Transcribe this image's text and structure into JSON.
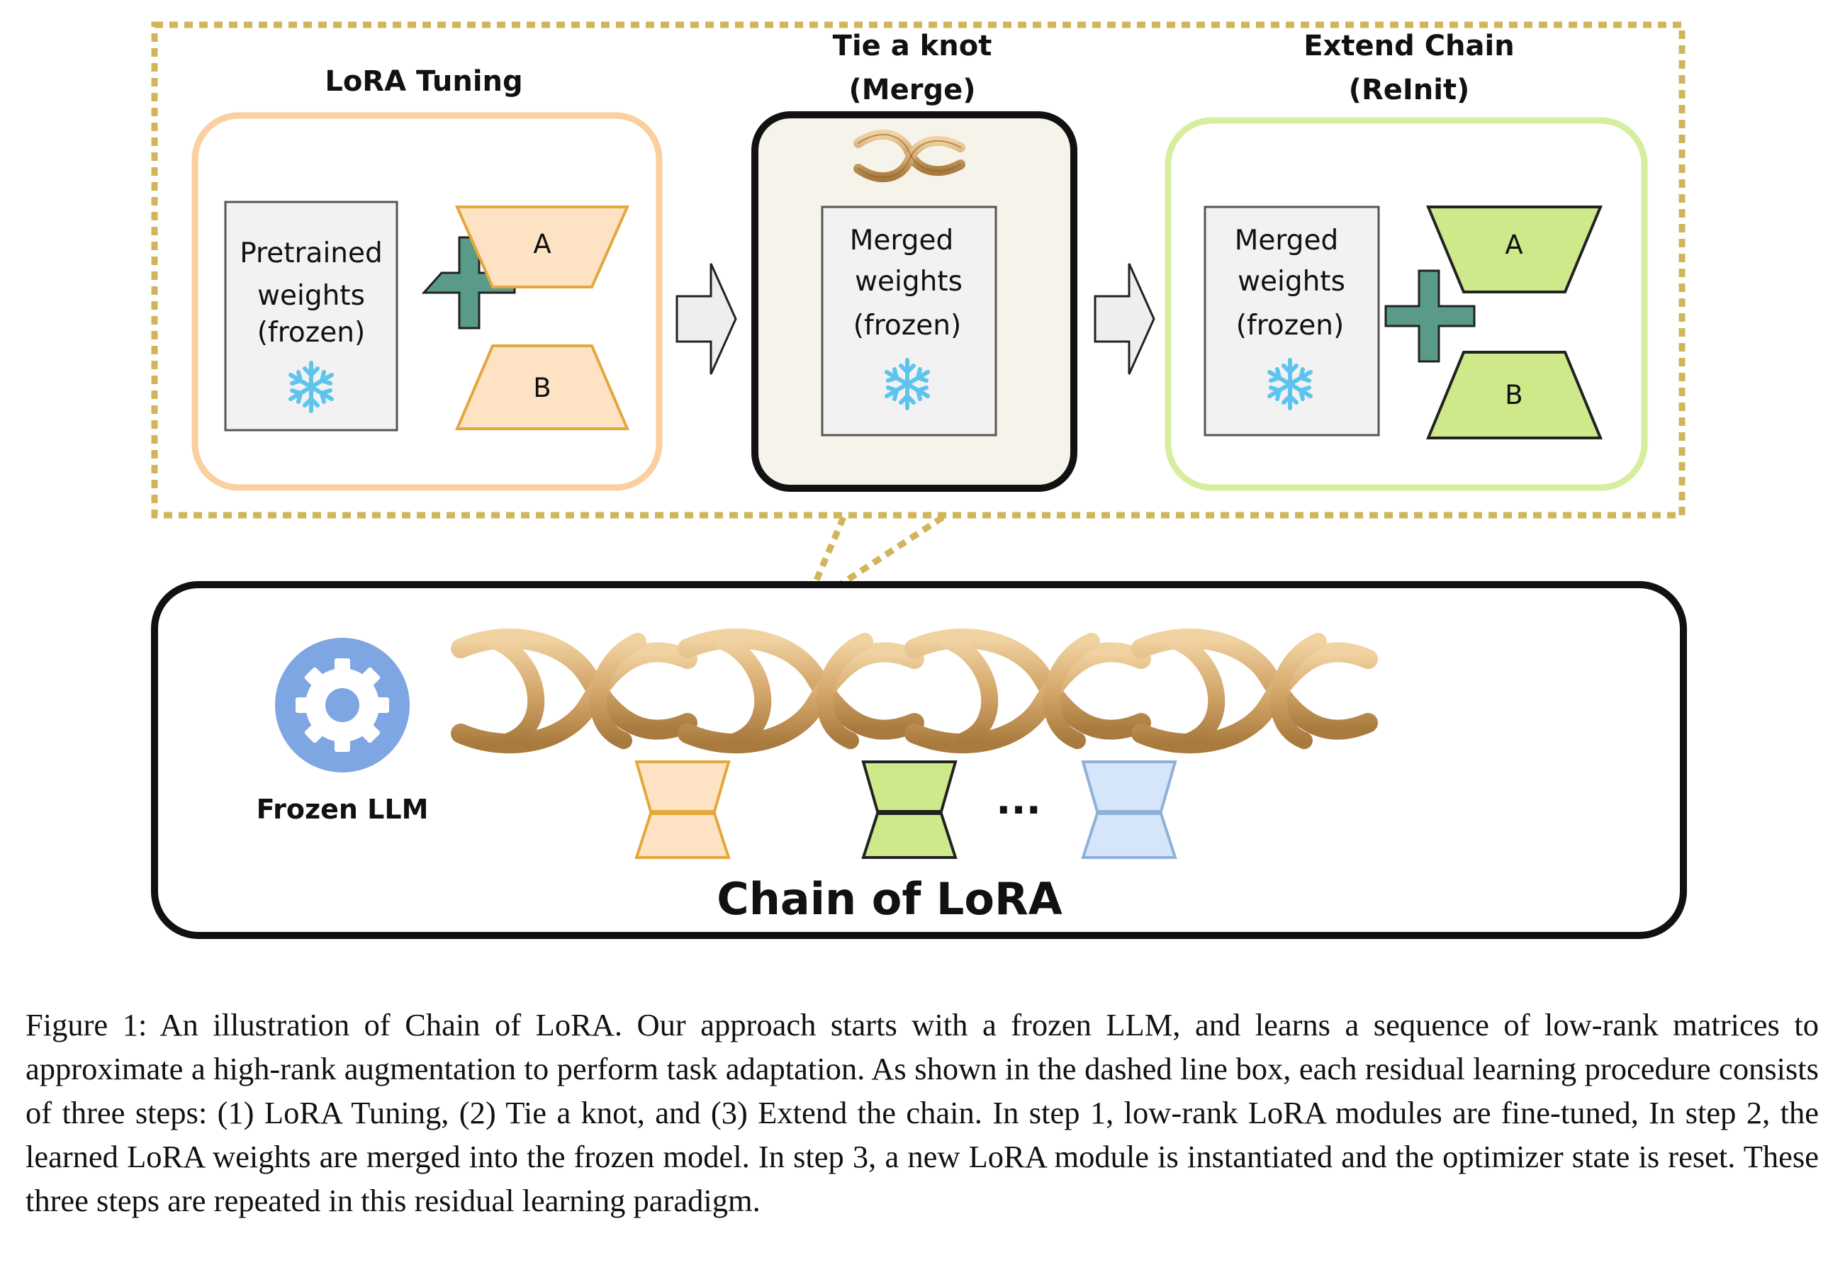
{
  "top_panel": {
    "lora_tuning": {
      "title": "LoRA Tuning",
      "weights_lines": [
        "Pretrained",
        "weights",
        "(frozen)"
      ],
      "matrix_a": "A",
      "matrix_b": "B"
    },
    "tie_knot": {
      "title_line1": "Tie a knot",
      "title_line2": "(Merge)",
      "weights_lines": [
        "Merged",
        "weights",
        "(frozen)"
      ]
    },
    "extend_chain": {
      "title_line1": "Extend Chain",
      "title_line2": "(ReInit)",
      "weights_lines": [
        "Merged",
        "weights",
        "(frozen)"
      ],
      "matrix_a": "A",
      "matrix_b": "B"
    }
  },
  "bottom_panel": {
    "llm_label": "Frozen LLM",
    "ellipsis": "...",
    "title": "Chain of LoRA"
  },
  "caption": "Figure 1: An illustration of Chain of LoRA. Our approach starts with a frozen LLM, and learns a sequence of low-rank matrices to approximate a high-rank augmentation to perform task adaptation. As shown in the dashed line box, each residual learning procedure consists of three steps: (1) LoRA Tuning, (2) Tie a knot, and (3) Extend the chain. In step 1, low-rank LoRA modules are fine-tuned, In step 2, the learned LoRA weights are merged into the frozen model. In step 3, a new LoRA module is instantiated and the optimizer state is reset. These three steps are repeated in this residual learning paradigm.",
  "colors": {
    "orange_fill": "#fde2c4",
    "orange_stroke": "#e3a73c",
    "orange_border": "#fccf9e",
    "green_fill": "#cde98a",
    "green_border": "#d7eea0",
    "blue_fill": "#d6e6fa",
    "blue_stroke": "#8fb0d8",
    "teal_plus": "#5a9a88",
    "dashed_gold": "#d2b45a",
    "knot_box_fill": "#f6f3ea",
    "snowflake": "#5ec4ee",
    "gear_blue": "#7ea6e3",
    "rope": "#d4a76a"
  },
  "icons": [
    "snowflake-icon",
    "plus-icon",
    "arrow-right-icon",
    "gear-icon",
    "rope-knot-icon"
  ]
}
